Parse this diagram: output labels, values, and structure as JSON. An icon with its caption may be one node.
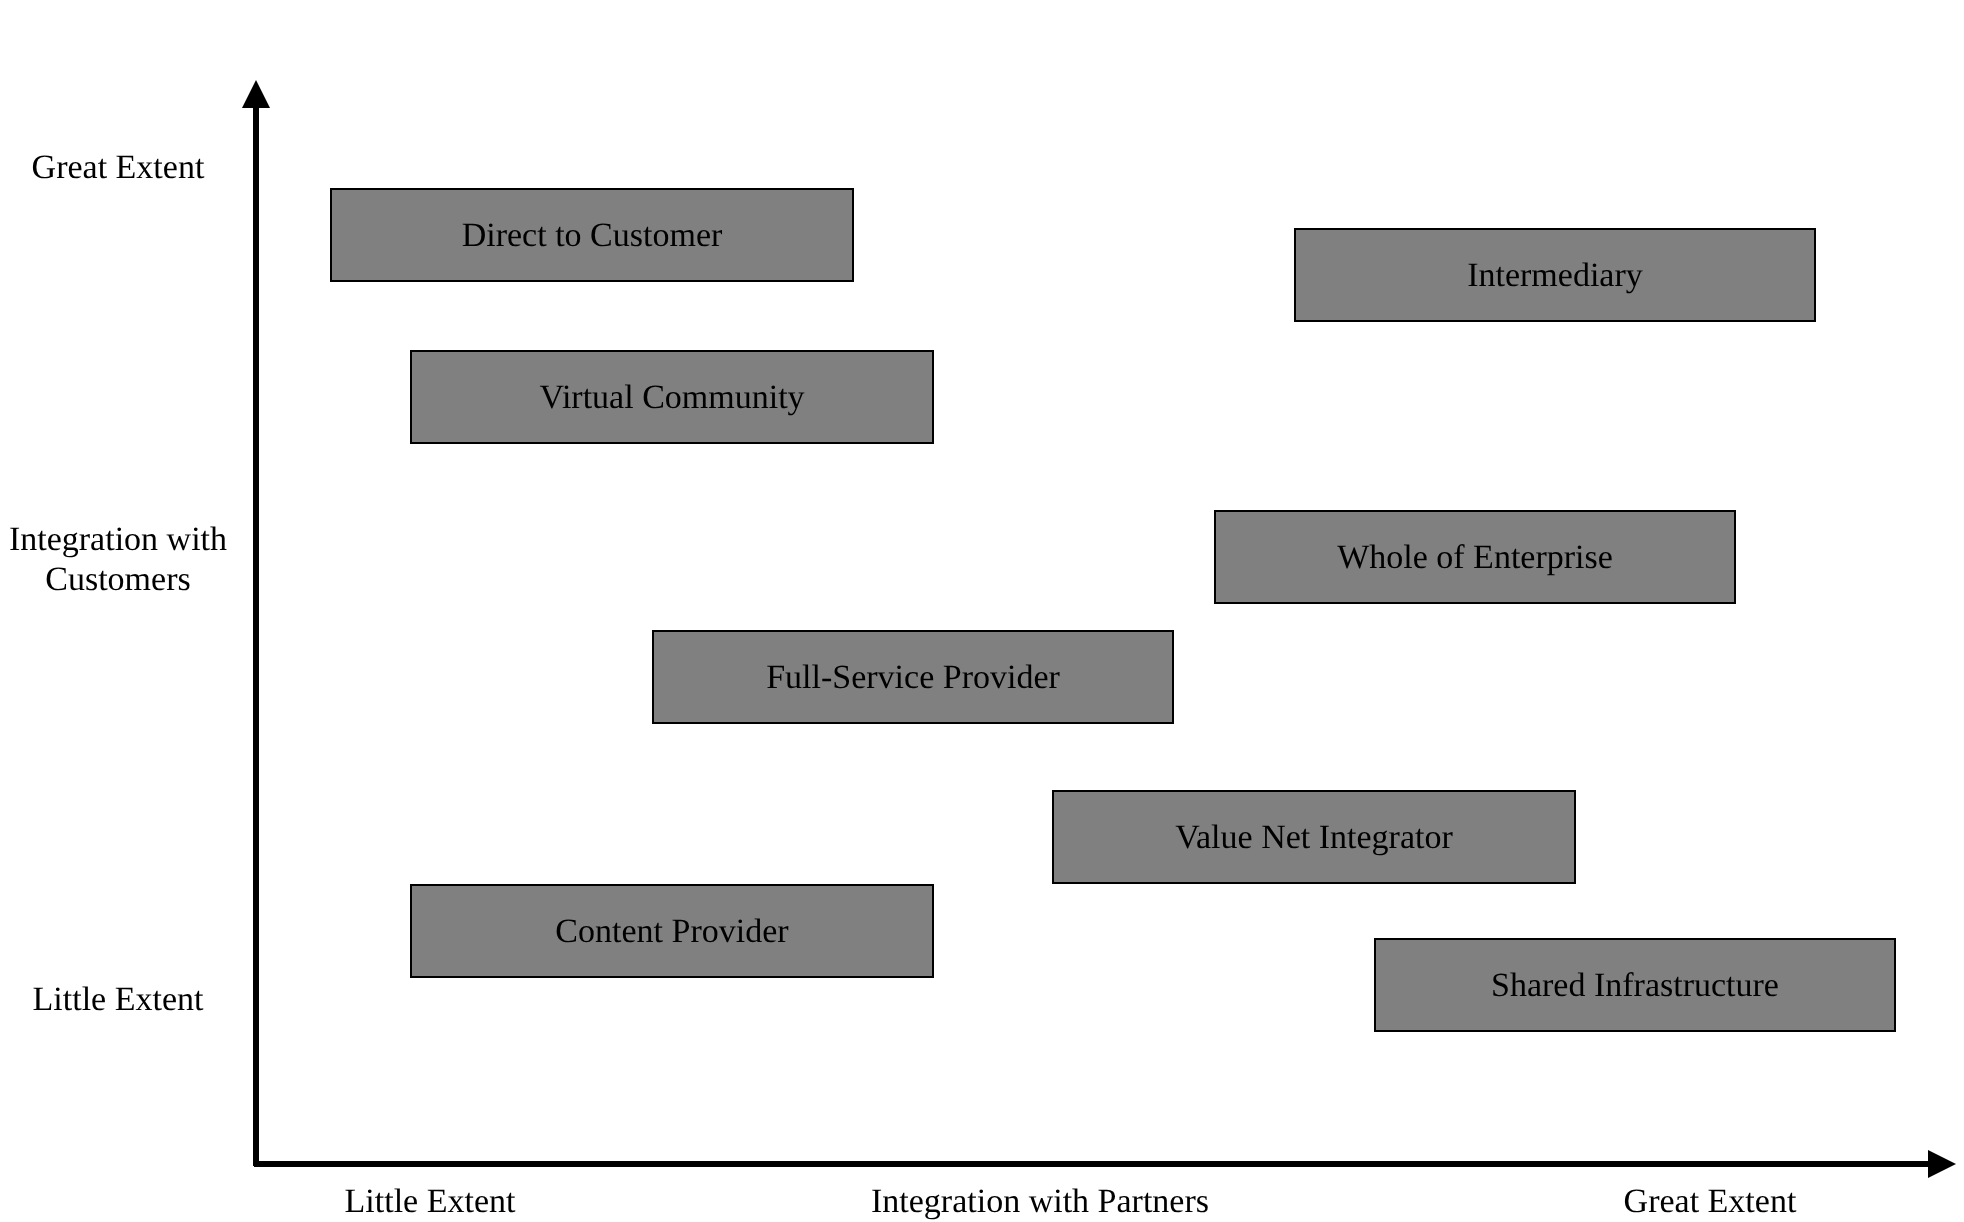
{
  "diagram": {
    "nodes": [
      {
        "text": [
          "Direct to Customer"
        ]
      },
      {
        "text": [
          "Intermediary"
        ]
      },
      {
        "text": [
          "Virtual Community"
        ]
      },
      {
        "text": [
          "Whole of Enterprise"
        ]
      },
      {
        "text": [
          "Full-Service Provider"
        ]
      },
      {
        "text": [
          "Value Net Integrator"
        ]
      },
      {
        "text": [
          "Content Provider"
        ]
      },
      {
        "text": [
          "Shared Infrastructure"
        ]
      }
    ],
    "labels": [
      "Great Extent",
      "Integration with Customers",
      "Little Extent",
      "Little Extent",
      "Integration with Partners",
      "Great Extent"
    ]
  }
}
